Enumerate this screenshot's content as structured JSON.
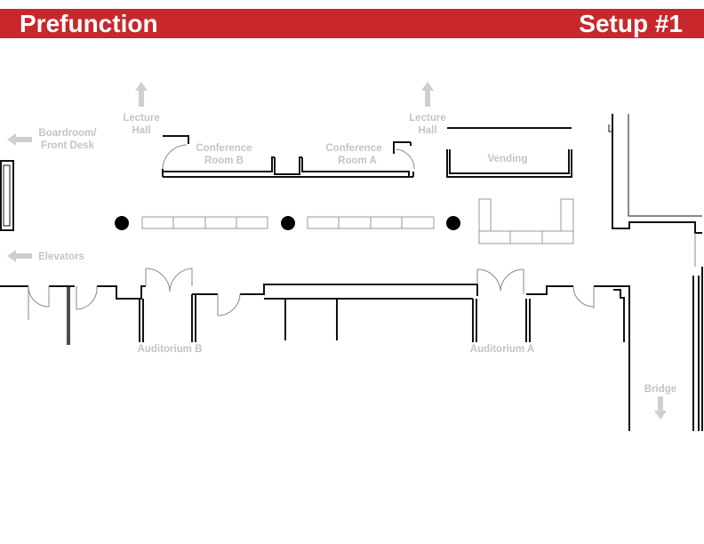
{
  "header": {
    "title": "Prefunction",
    "setup": "Setup #1"
  },
  "labels": {
    "lecture_hall_left": [
      "Lecture",
      "Hall"
    ],
    "lecture_hall_right": [
      "Lecture",
      "Hall"
    ],
    "boardroom": [
      "Boardroom/",
      "Front Desk"
    ],
    "elevators": "Elevators",
    "conference_b": [
      "Conference",
      "Room B"
    ],
    "conference_a": [
      "Conference",
      "Room A"
    ],
    "vending": "Vending",
    "auditorium_b": "Auditorium B",
    "auditorium_a": "Auditorium A",
    "bridge": "Bridge"
  },
  "colors": {
    "header": "#c8282b",
    "label": "#c4c4c4",
    "wall": "#111111"
  }
}
